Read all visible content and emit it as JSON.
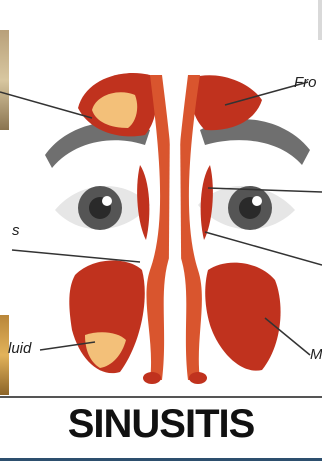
{
  "title": "SINUSITIS",
  "labels": {
    "top_right": "Fro",
    "middle_left": "s",
    "bottom_left": "luid",
    "bottom_right": "M"
  },
  "colors": {
    "sinus_dark": "#c0321e",
    "sinus_mid": "#d9552e",
    "fluid": "#f3c079",
    "brow": "#6f6f6f",
    "eye_white": "#e6e6e6",
    "iris": "#555555",
    "title_rule": "#2d4f6e"
  }
}
